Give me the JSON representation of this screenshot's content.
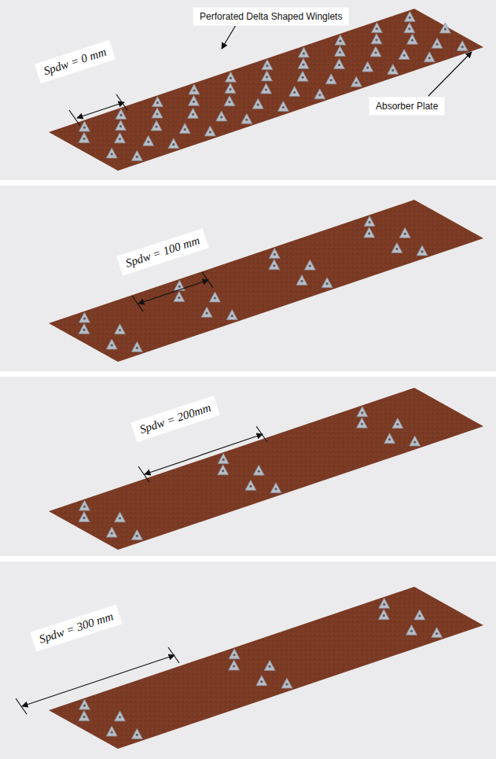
{
  "diagram": {
    "nodes": [
      {
        "text": [
          "Perforated Delta Shaped Winglets"
        ]
      },
      {
        "text": [
          "Spdw = 0 mm"
        ]
      },
      {
        "text": [
          "Absorber Plate"
        ]
      },
      {
        "text": [
          "Spdw = 100 mm"
        ]
      },
      {
        "text": [
          "Spdw = 200mm"
        ]
      },
      {
        "text": [
          "Spdw = 300 mm"
        ]
      }
    ]
  }
}
